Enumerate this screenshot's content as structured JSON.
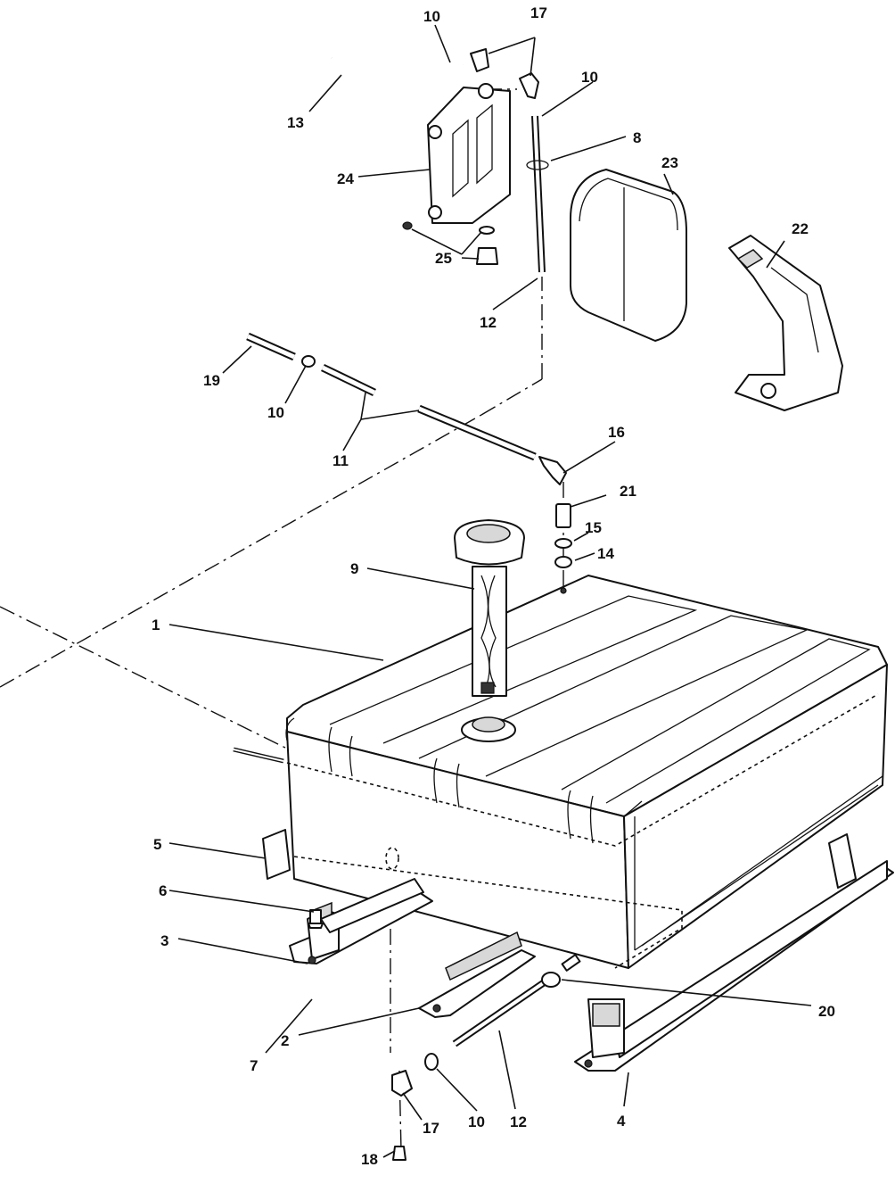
{
  "callouts": {
    "c1": "1",
    "c2": "2",
    "c3": "3",
    "c4": "4",
    "c5": "5",
    "c6": "6",
    "c7": "7",
    "c8": "8",
    "c9": "9",
    "c10a": "10",
    "c10b": "10",
    "c10c": "10",
    "c10d": "10",
    "c11": "11",
    "c12a": "12",
    "c12b": "12",
    "c13": "13",
    "c14": "14",
    "c15": "15",
    "c16": "16",
    "c17a": "17",
    "c17b": "17",
    "c18": "18",
    "c19": "19",
    "c20": "20",
    "c21": "21",
    "c22": "22",
    "c23": "23",
    "c24": "24",
    "c25": "25"
  }
}
